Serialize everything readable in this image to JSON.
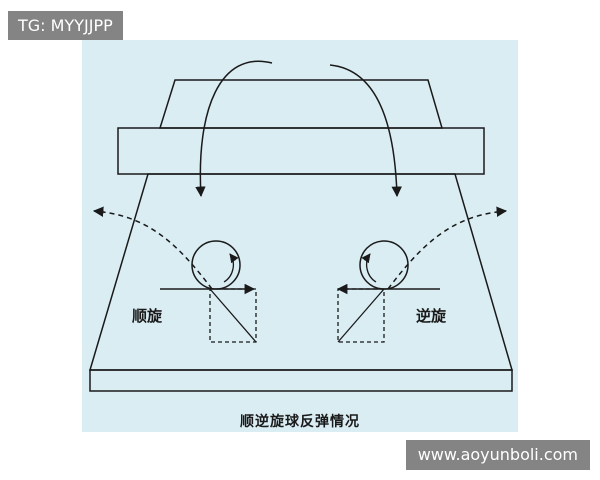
{
  "watermark_top_left": "TG: MYYJJPP",
  "watermark_bottom_right": "www.aoyunboli.com",
  "labels": {
    "topspin": "顺旋",
    "backspin": "逆旋"
  },
  "caption": "顺逆旋球反弹情况",
  "colors": {
    "background": "#d9edf3",
    "stroke": "#1a1a1a"
  }
}
